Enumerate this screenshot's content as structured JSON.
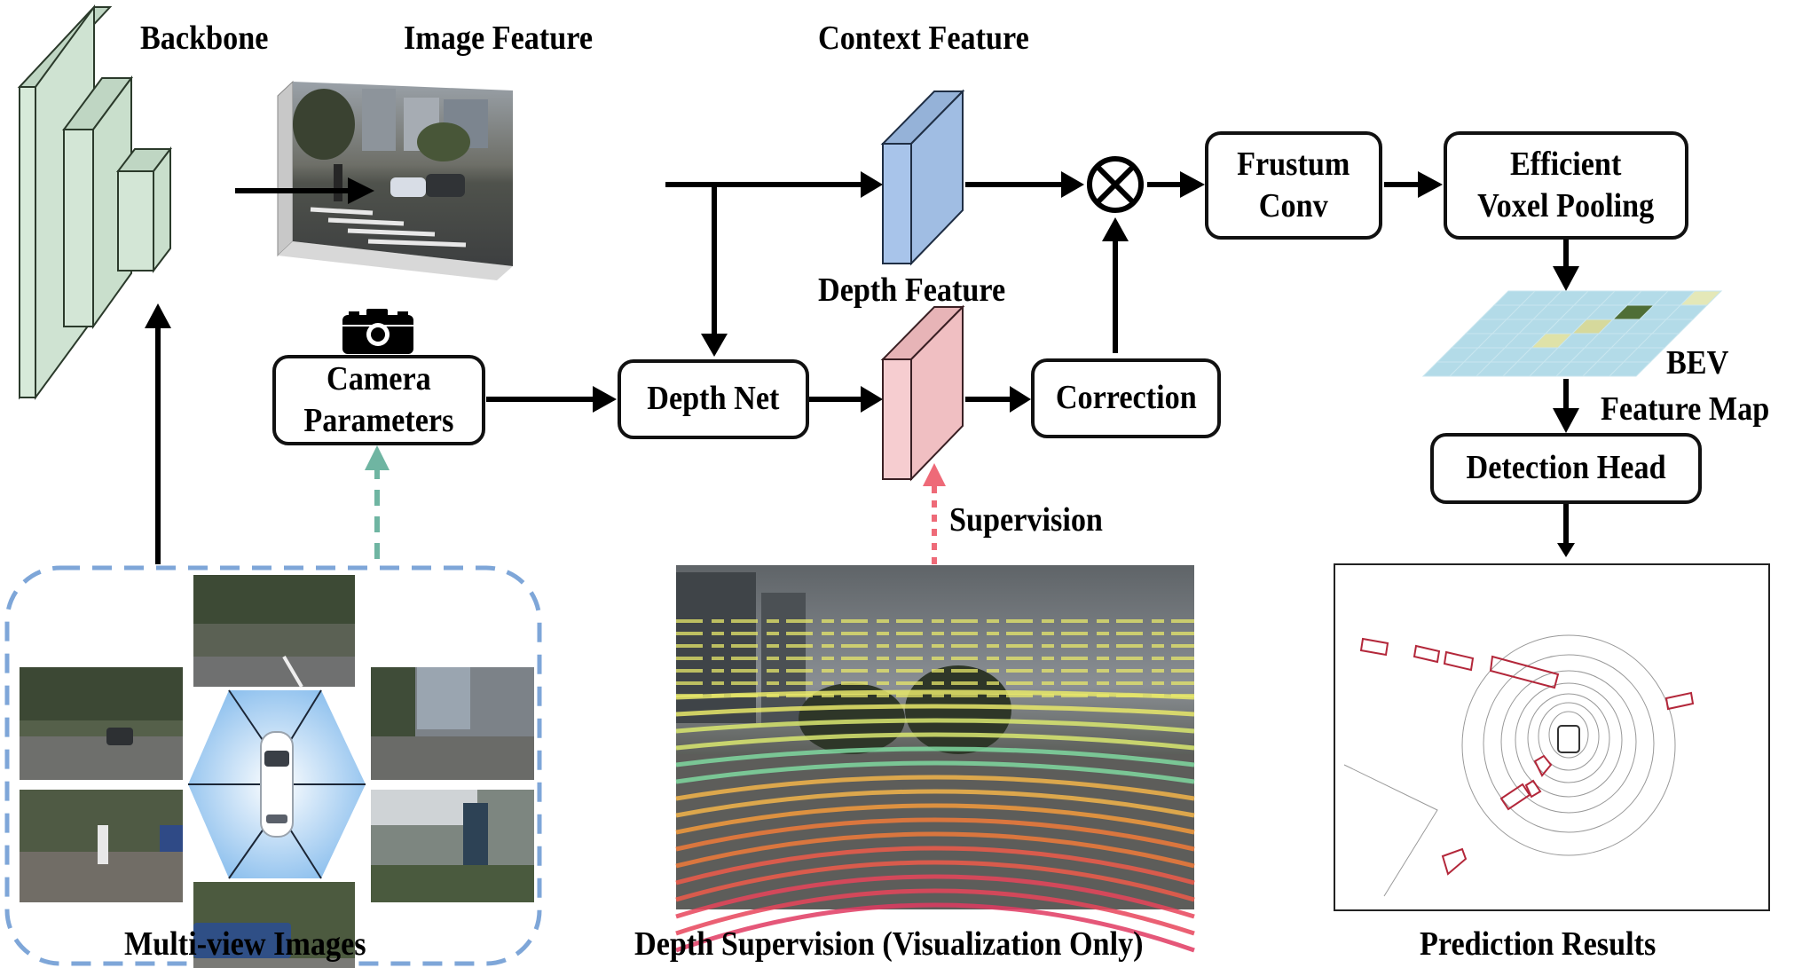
{
  "labels": {
    "backbone": "Backbone",
    "image_feature": "Image Feature",
    "context_feature": "Context Feature",
    "depth_feature": "Depth Feature",
    "supervision": "Supervision",
    "bev_line1": "BEV",
    "bev_line2": "Feature Map",
    "multi_view_images": "Multi-view Images",
    "depth_supervision_caption": "Depth Supervision (Visualization Only)",
    "prediction_results": "Prediction Results"
  },
  "nodes": {
    "camera_parameters": [
      "Camera",
      "Parameters"
    ],
    "depth_net": "Depth Net",
    "correction": "Correction",
    "frustum_conv": [
      "Frustum",
      "Conv"
    ],
    "efficient_voxel_pooling": [
      "Efficient",
      "Voxel Pooling"
    ],
    "detection_head": "Detection Head",
    "multiply_operator": "⊗"
  },
  "colors": {
    "backbone_fill": "#cfe3d2",
    "context_feature_fill": "#a4c0e6",
    "depth_feature_fill": "#f4c4c6",
    "multiview_dash": "#7ea6d8",
    "camera_dash_arrow": "#6fb5a2",
    "supervision_dash_arrow": "#ee6a78",
    "bev_cell": "#b3dbe8",
    "bev_highlight_dark": "#4f6e36",
    "bev_highlight_light": "#e4e8b8",
    "box_outline": "#b3273a"
  },
  "icons": [
    "camera-icon",
    "multiply-circle-icon",
    "ego-car-icon"
  ]
}
